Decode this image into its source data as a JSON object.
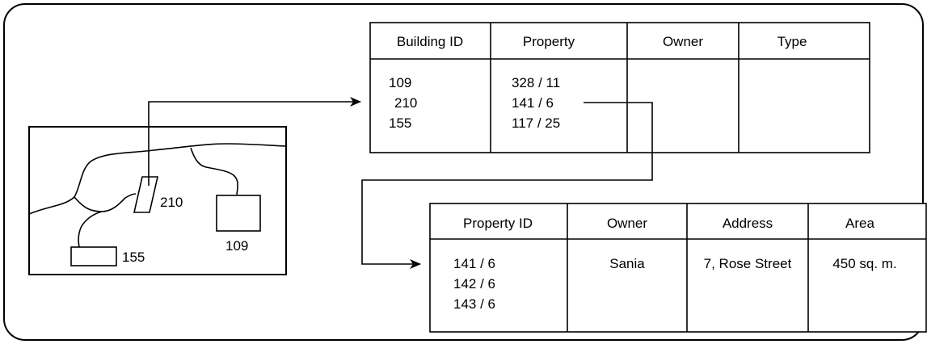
{
  "map": {
    "labels": {
      "b210": "210",
      "b109": "109",
      "b155": "155"
    }
  },
  "buildings_table": {
    "headers": [
      "Building ID",
      "Property",
      "Owner",
      "Type"
    ],
    "building_ids": [
      "109",
      "210",
      "155"
    ],
    "properties": [
      "328 / 11",
      "141 / 6",
      "117 / 25"
    ]
  },
  "properties_table": {
    "headers": [
      "Property ID",
      "Owner",
      "Address",
      "Area"
    ],
    "property_ids": [
      "141 / 6",
      "142 / 6",
      "143 / 6"
    ],
    "owner": "Sania",
    "address": "7, Rose Street",
    "area": "450 sq. m."
  }
}
